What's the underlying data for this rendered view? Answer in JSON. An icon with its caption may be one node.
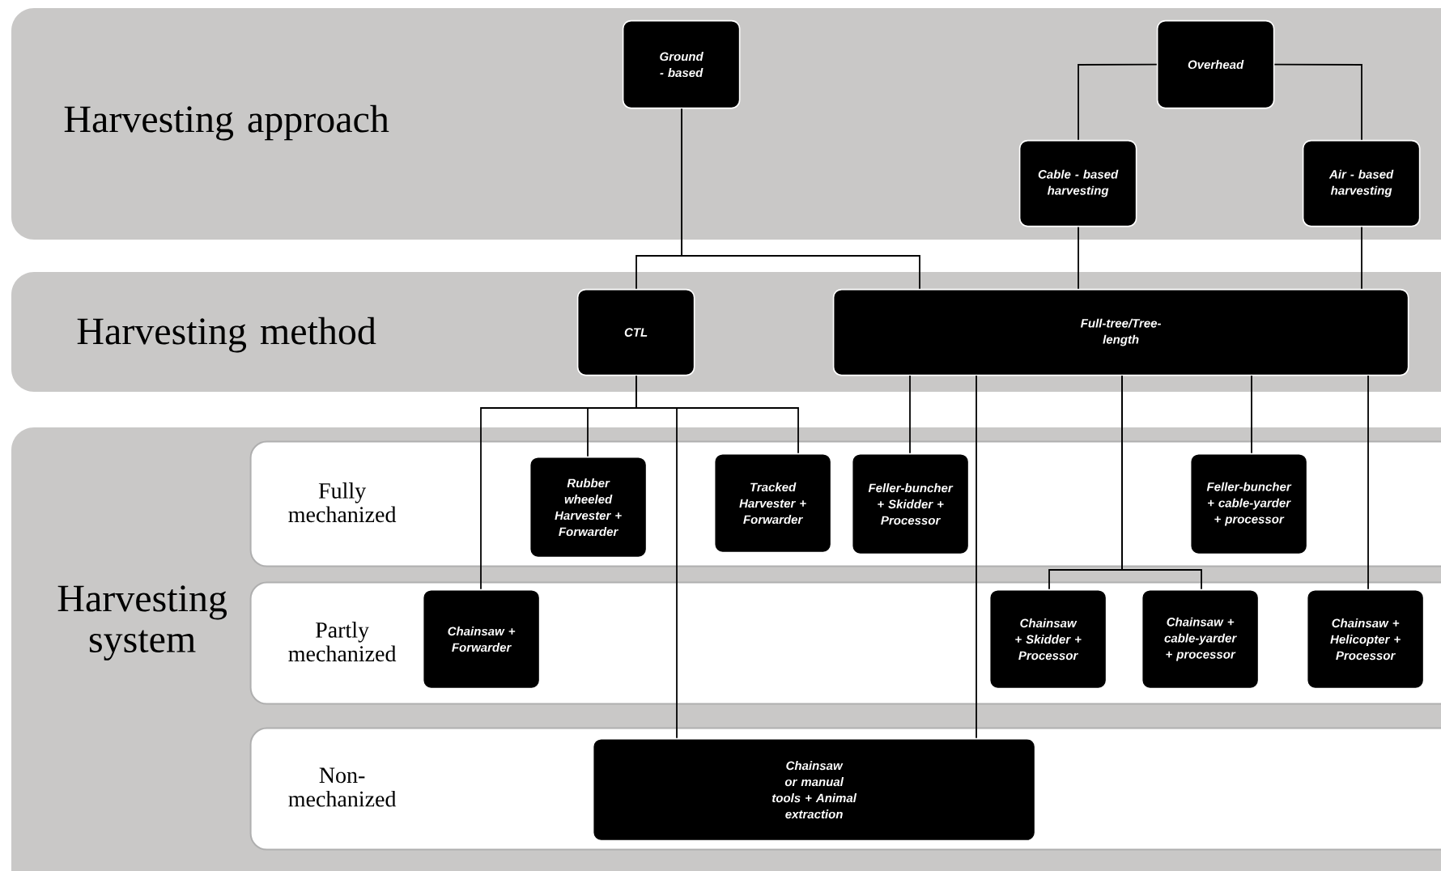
{
  "diagram": {
    "nodes": [
      {
        "text": [
          "Harvesting approach"
        ]
      },
      {
        "text": [
          "Ground - based"
        ],
        "in": 0
      },
      {
        "text": [
          "Overhead"
        ],
        "in": 0
      },
      {
        "text": [
          "Cable - based harvesting"
        ],
        "in": 0
      },
      {
        "text": [
          "Air - based harvesting"
        ],
        "in": 0
      },
      {
        "text": [
          "Harvesting method"
        ]
      },
      {
        "text": [
          "CTL"
        ],
        "in": 5
      },
      {
        "text": [
          "Full-tree/Tree-length"
        ],
        "in": 5
      },
      {
        "text": [
          "Harvesting system"
        ]
      },
      {
        "text": [
          "Fully mechanized"
        ],
        "in": 8
      },
      {
        "text": [
          "Rubber wheeled Harvester + Forwarder"
        ],
        "in": 9
      },
      {
        "text": [
          "Tracked Harvester + Forwarder"
        ],
        "in": 9
      },
      {
        "text": [
          "Feller-buncher + Skidder + Processor"
        ],
        "in": 9
      },
      {
        "text": [
          "Feller-buncher + cable-yarder + processor"
        ],
        "in": 9
      },
      {
        "text": [
          "Partly mechanized"
        ],
        "in": 8
      },
      {
        "text": [
          "Chainsaw + Forwarder"
        ],
        "in": 14
      },
      {
        "text": [
          "Chainsaw + Skidder + Processor"
        ],
        "in": 14
      },
      {
        "text": [
          "Chainsaw + cable-yarder + processor"
        ],
        "in": 14
      },
      {
        "text": [
          "Chainsaw + Helicopter + Processor"
        ],
        "in": 14
      },
      {
        "text": [
          "Non-mechanized"
        ],
        "in": 8
      },
      {
        "text": [
          "Chainsaw or manual tools + Animal extraction"
        ],
        "in": 19
      }
    ],
    "edges": [
      {
        "from": 2,
        "to": 3,
        "arrow": "none"
      },
      {
        "from": 2,
        "to": 4,
        "arrow": "none"
      },
      {
        "from": 1,
        "to": 6,
        "arrow": "none"
      },
      {
        "from": 1,
        "to": 7,
        "arrow": "none"
      },
      {
        "from": 3,
        "to": 7,
        "arrow": "none"
      },
      {
        "from": 4,
        "to": 7,
        "arrow": "none"
      },
      {
        "from": 6,
        "to": 15,
        "arrow": "none"
      },
      {
        "from": 6,
        "to": 10,
        "arrow": "none"
      },
      {
        "from": 6,
        "to": 20,
        "arrow": "none"
      },
      {
        "from": 6,
        "to": 11,
        "arrow": "none"
      },
      {
        "from": 7,
        "to": 12,
        "arrow": "none"
      },
      {
        "from": 7,
        "to": 20,
        "arrow": "none"
      },
      {
        "from": 7,
        "to": 16,
        "arrow": "none"
      },
      {
        "from": 7,
        "to": 17,
        "arrow": "none"
      },
      {
        "from": 7,
        "to": 13,
        "arrow": "none"
      },
      {
        "from": 7,
        "to": 18,
        "arrow": "none"
      }
    ]
  }
}
